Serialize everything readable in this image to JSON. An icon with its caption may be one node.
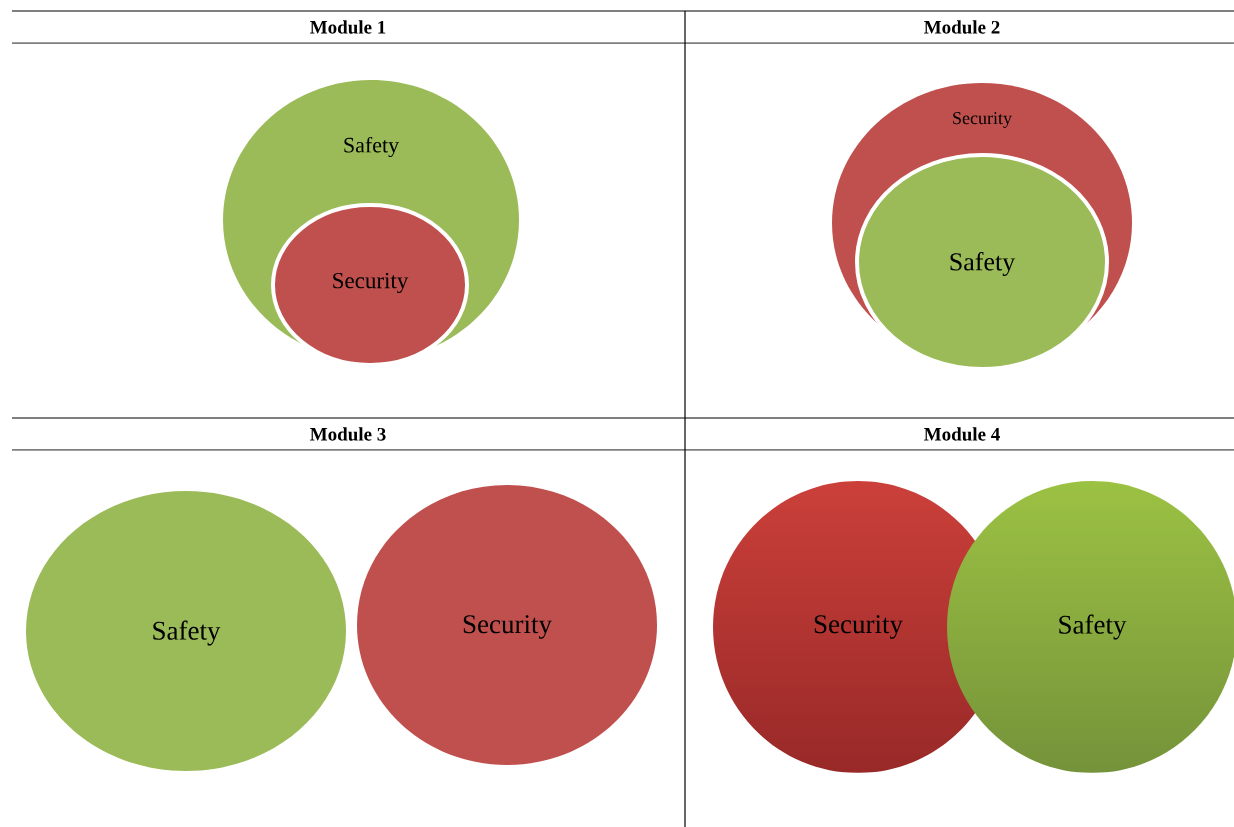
{
  "diagram": {
    "nodes": [
      {
        "text": [
          "Safety"
        ]
      },
      {
        "text": [
          "Security"
        ],
        "in": 0
      },
      {
        "text": [
          "Security"
        ]
      },
      {
        "text": [
          "Safety"
        ],
        "in": 2
      },
      {
        "text": [
          "Safety"
        ]
      },
      {
        "text": [
          "Security"
        ]
      },
      {
        "text": [
          "Security"
        ]
      },
      {
        "text": [
          "Safety"
        ]
      }
    ],
    "labels": [
      "Module 1",
      "Module 2",
      "Module 3",
      "Module 4"
    ]
  }
}
